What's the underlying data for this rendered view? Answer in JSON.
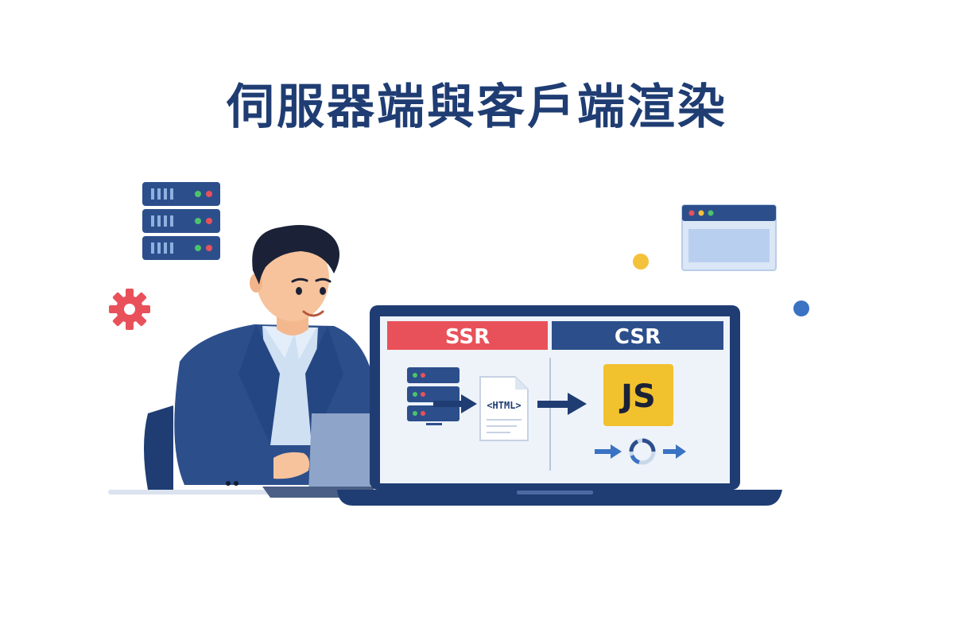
{
  "title": "伺服器端與客戶端渲染",
  "panels": {
    "ssr_label": "SSR",
    "csr_label": "CSR"
  },
  "ssr": {
    "document_label": "<HTML>"
  },
  "csr": {
    "js_badge": "JS"
  },
  "colors": {
    "navy": "#1f3d73",
    "ssr_red": "#e9515a",
    "csr_blue": "#2c4f8c",
    "js_yellow": "#f2c12e",
    "accent_yellow": "#f4c13a",
    "accent_blue": "#3a72c4",
    "gear_red": "#e9515a"
  },
  "icons": [
    "server-icon",
    "gear-icon",
    "browser-window-icon",
    "html-document-icon",
    "javascript-icon",
    "loading-icon",
    "arrow-right-icon"
  ]
}
